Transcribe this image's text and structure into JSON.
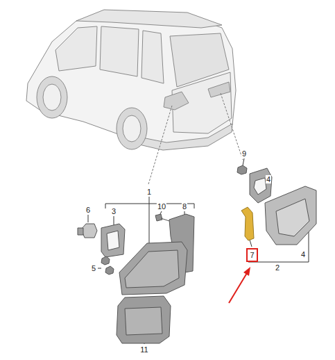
{
  "diagram": {
    "nodes": [
      {
        "text": [
          "7"
        ]
      }
    ],
    "labels": [
      "1",
      "9",
      "4",
      "6",
      "3",
      "10",
      "8",
      "4",
      "5",
      "2",
      "11"
    ]
  }
}
